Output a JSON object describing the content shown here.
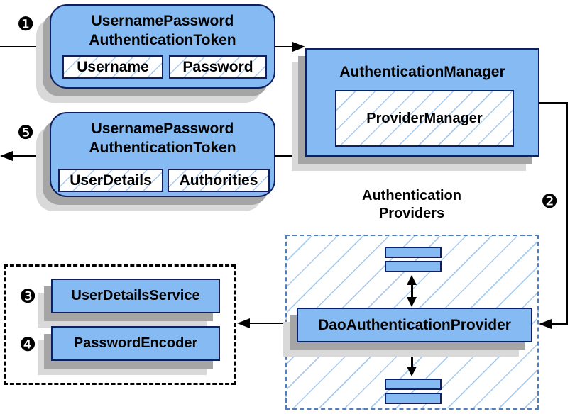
{
  "diagram": {
    "badges": {
      "step1": "❶",
      "step2": "❷",
      "step3": "❸",
      "step4": "❹",
      "step5": "❺"
    },
    "request_token": {
      "title": "UsernamePassword\nAuthenticationToken",
      "fields": [
        "Username",
        "Password"
      ]
    },
    "authentication_manager": {
      "title": "AuthenticationManager",
      "inner_box": "ProviderManager"
    },
    "response_token": {
      "title": "UsernamePassword\nAuthenticationToken",
      "fields": [
        "UserDetails",
        "Authorities"
      ]
    },
    "providers_group_label": "Authentication\nProviders",
    "dao_authentication_provider": "DaoAuthenticationProvider",
    "user_details_service": "UserDetailsService",
    "password_encoder": "PasswordEncoder",
    "colors": {
      "box_fill": "#85BBF2",
      "box_border": "#10205F",
      "hatch_line": "#A9CBF2",
      "dashed_blue": "#4D7EC0",
      "shadow_dark": "#A5A5A5",
      "shadow_light": "#D9D9D9"
    }
  }
}
